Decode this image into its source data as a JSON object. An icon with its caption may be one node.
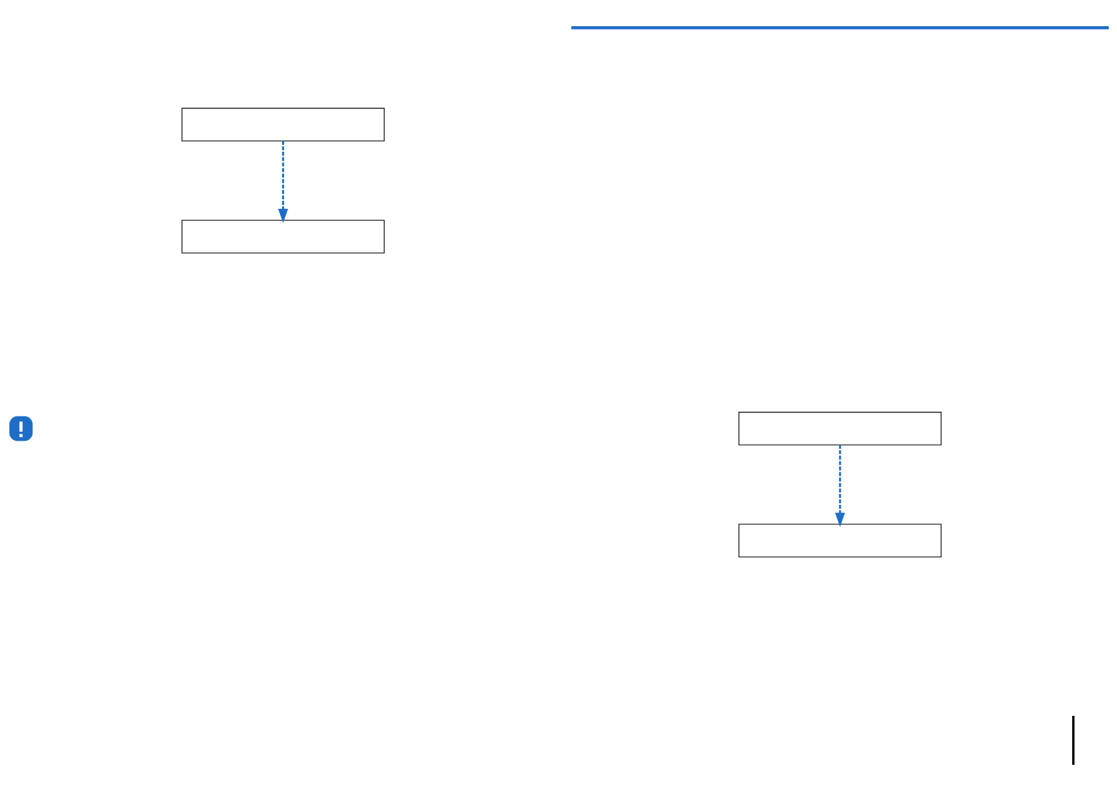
{
  "diagram": {
    "nodes": [
      {
        "text": [],
        "shape": "box"
      },
      {
        "text": [],
        "shape": "box"
      },
      {
        "text": [],
        "shape": "picture"
      },
      {
        "text": [],
        "shape": "box"
      },
      {
        "text": [],
        "shape": "box"
      }
    ],
    "edges": [
      {
        "from": 0,
        "to": 1,
        "arrow": "to",
        "style": "dashed",
        "color": "#1e6ec8"
      },
      {
        "from": 3,
        "to": 4,
        "arrow": "to",
        "style": "dashed",
        "color": "#1e6ec8"
      }
    ]
  }
}
